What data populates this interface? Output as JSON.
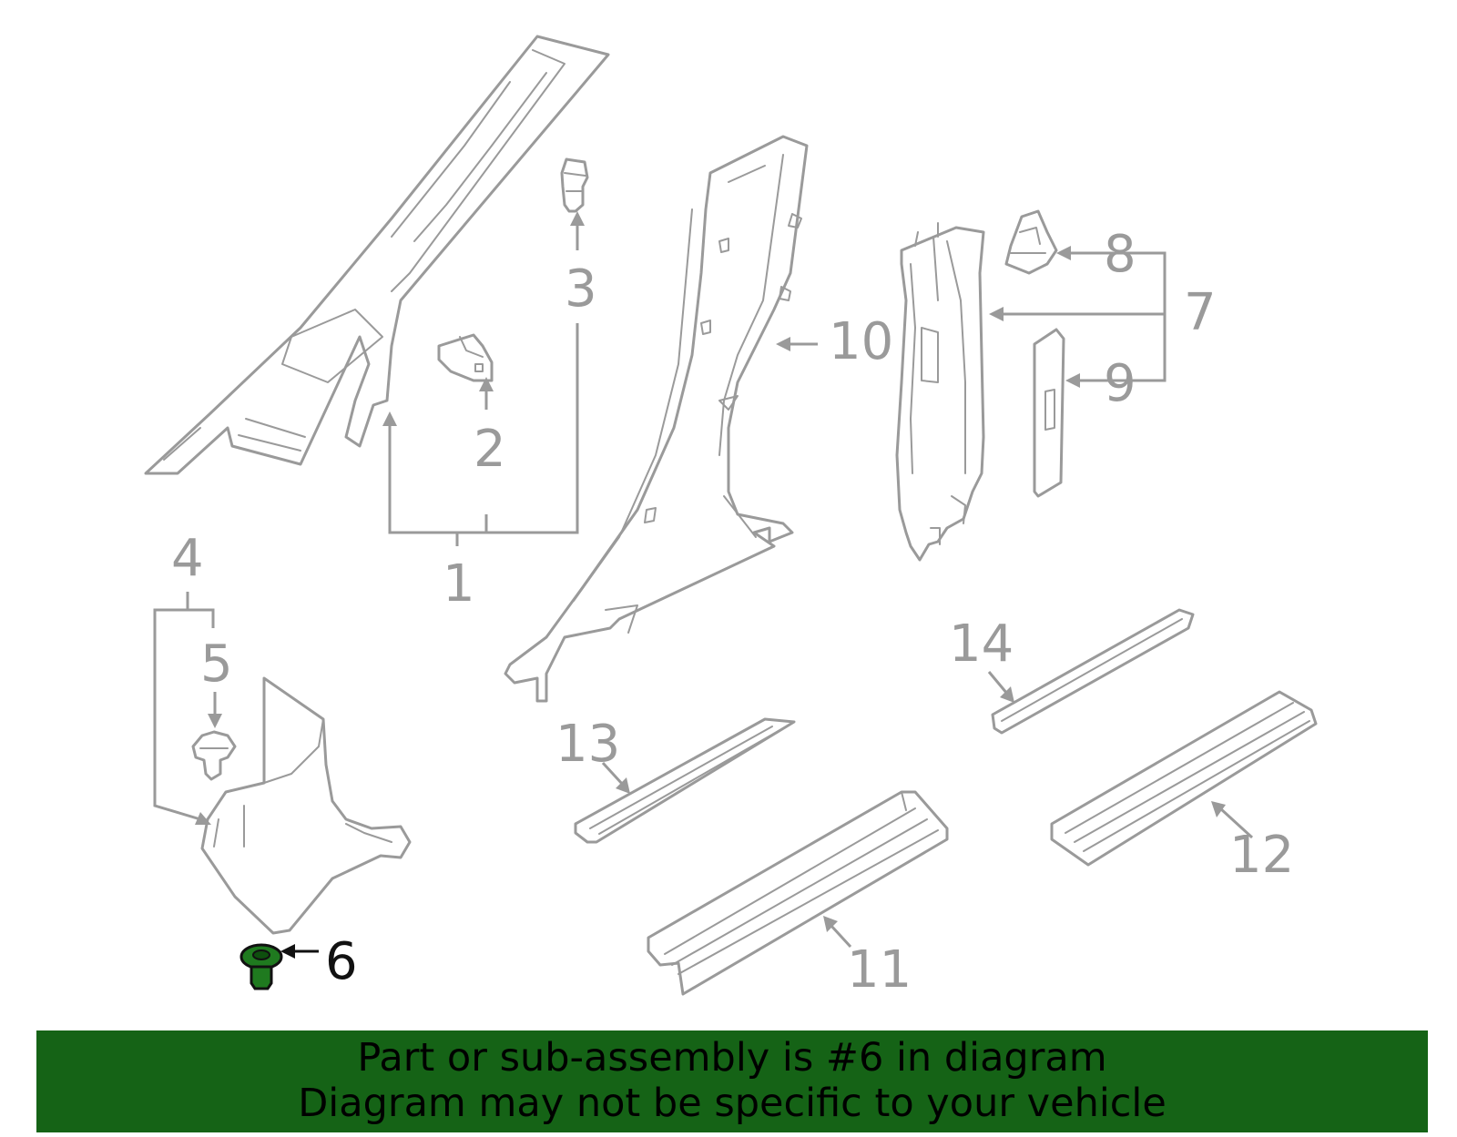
{
  "callouts": {
    "c1": "1",
    "c2": "2",
    "c3": "3",
    "c4": "4",
    "c5": "5",
    "c6": "6",
    "c7": "7",
    "c8": "8",
    "c9": "9",
    "c10": "10",
    "c11": "11",
    "c12": "12",
    "c13": "13",
    "c14": "14"
  },
  "highlighted_part": "6",
  "colors": {
    "line_art": "#9a9a9a",
    "highlight_part": "#1f7a1f",
    "highlight_label": "#111111",
    "banner_background": "#156316",
    "banner_text": "#000000"
  },
  "banner": {
    "line1": "Part or sub-assembly is #6 in diagram",
    "line2": "Diagram may not be specific to your vehicle"
  }
}
